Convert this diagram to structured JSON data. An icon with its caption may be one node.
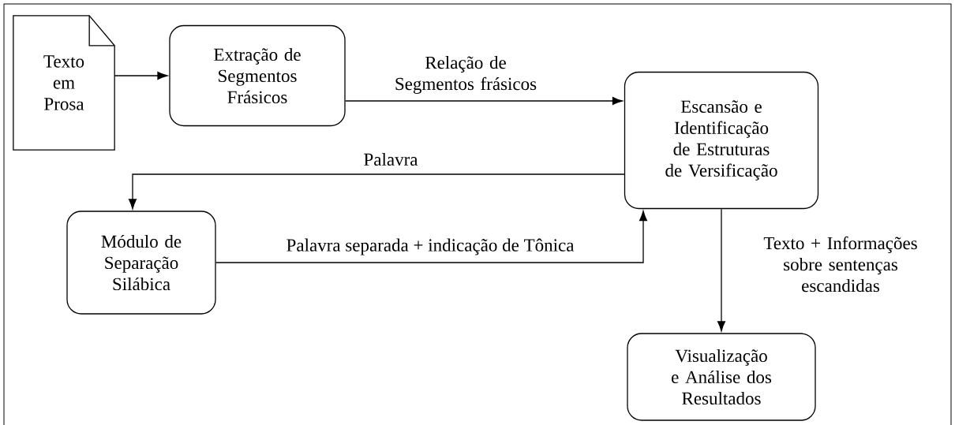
{
  "diagram": {
    "nodes": [
      {
        "text": [
          "Texto em Prosa"
        ]
      },
      {
        "text": [
          "Extração de Segmentos Frásicos"
        ]
      },
      {
        "text": [
          "Escansão e Identificação de Estruturas de Versificação"
        ]
      },
      {
        "text": [
          "Módulo de Separação Silábica"
        ]
      },
      {
        "text": [
          "Visualização e Análise dos Resultados"
        ]
      }
    ],
    "edges": [
      {
        "from": 0,
        "to": 1,
        "arrow": "to"
      },
      {
        "from": 1,
        "to": 2,
        "arrow": "to",
        "label": "Relação de Segmentos frásicos"
      },
      {
        "from": 2,
        "to": 3,
        "arrow": "to",
        "label": "Palavra"
      },
      {
        "from": 3,
        "to": 2,
        "arrow": "to",
        "label": "Palavra separada + indicação de Tônica"
      },
      {
        "from": 2,
        "to": 4,
        "arrow": "to",
        "label": "Texto + Informações sobre sentenças escandidas"
      }
    ]
  }
}
